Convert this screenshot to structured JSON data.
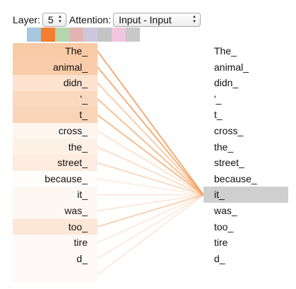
{
  "controls": {
    "layer_label": "Layer:",
    "layer_value": "5",
    "attention_label": "Attention:",
    "attention_value": "Input - Input"
  },
  "head_colors": [
    "#a8c8e0",
    "#f47f30",
    "#b3d6ae",
    "#e3b3b3",
    "#cfc6dd",
    "#c4c4c4",
    "#f0c6e0",
    "#c8c8c8"
  ],
  "selected_head": 1,
  "accent_color": "#f5a060",
  "left_tokens": [
    "The_",
    "animal_",
    "didn_",
    "'_",
    "t_",
    "cross_",
    "the_",
    "street_",
    "because_",
    "it_",
    "was_",
    "too_",
    "tire",
    "d_",
    ""
  ],
  "right_tokens": [
    "The_",
    "animal_",
    "didn_",
    "'_",
    "t_",
    "cross_",
    "the_",
    "street_",
    "because_",
    "it_",
    "was_",
    "too_",
    "tire",
    "d_"
  ],
  "selected_token": 9,
  "attention_weights": [
    0.56,
    0.54,
    0.3,
    0.4,
    0.45,
    0.1,
    0.16,
    0.2,
    0.02,
    0.07,
    0.07,
    0.25,
    0.06,
    0.06,
    0.06
  ]
}
